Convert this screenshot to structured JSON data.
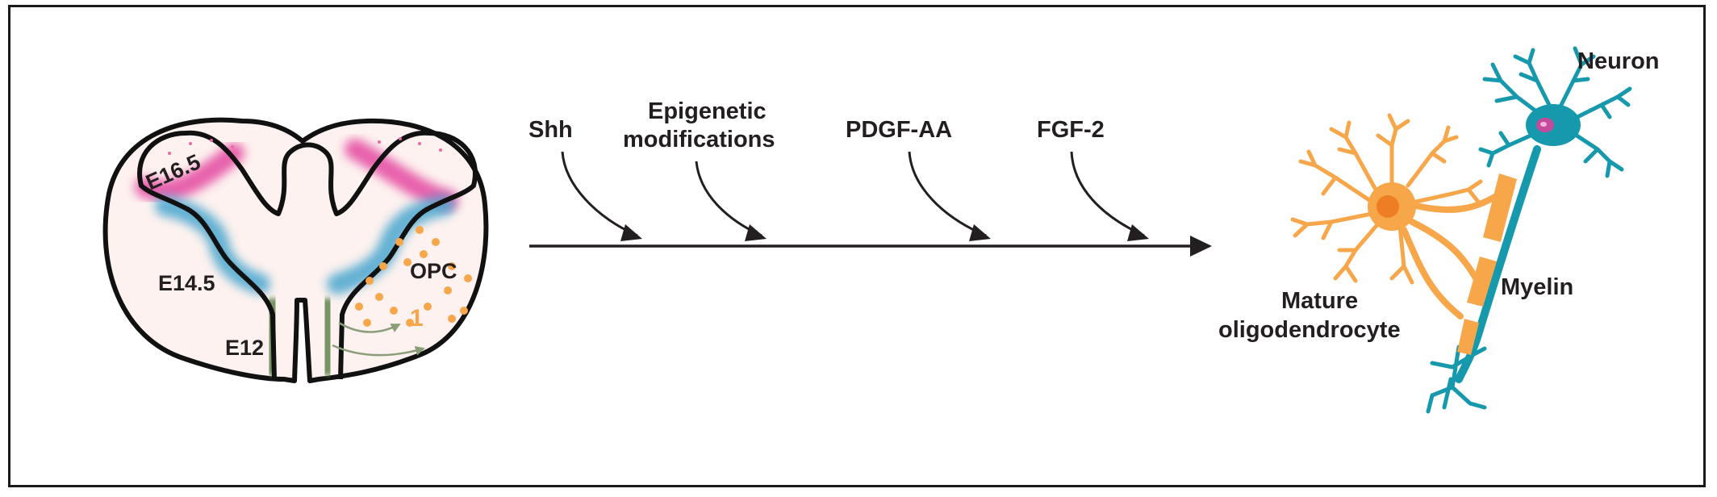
{
  "brain": {
    "stages": [
      "E16.5",
      "E14.5",
      "E12"
    ],
    "opc_label": "OPC",
    "marker": "1"
  },
  "timeline": {
    "factors": [
      "Shh",
      "Epigenetic",
      "modifications",
      "PDGF-AA",
      "FGF-2"
    ]
  },
  "cells": {
    "neuron": "Neuron",
    "myelin": "Myelin",
    "oligo_line1": "Mature",
    "oligo_line2": "oligodendrocyte"
  },
  "colors": {
    "pink": "#e23e9b",
    "blue": "#48a6cf",
    "green": "#6b8a57",
    "orange": "#f7a64a",
    "teal": "#1799ad",
    "tissue": "#fdf2ef"
  }
}
